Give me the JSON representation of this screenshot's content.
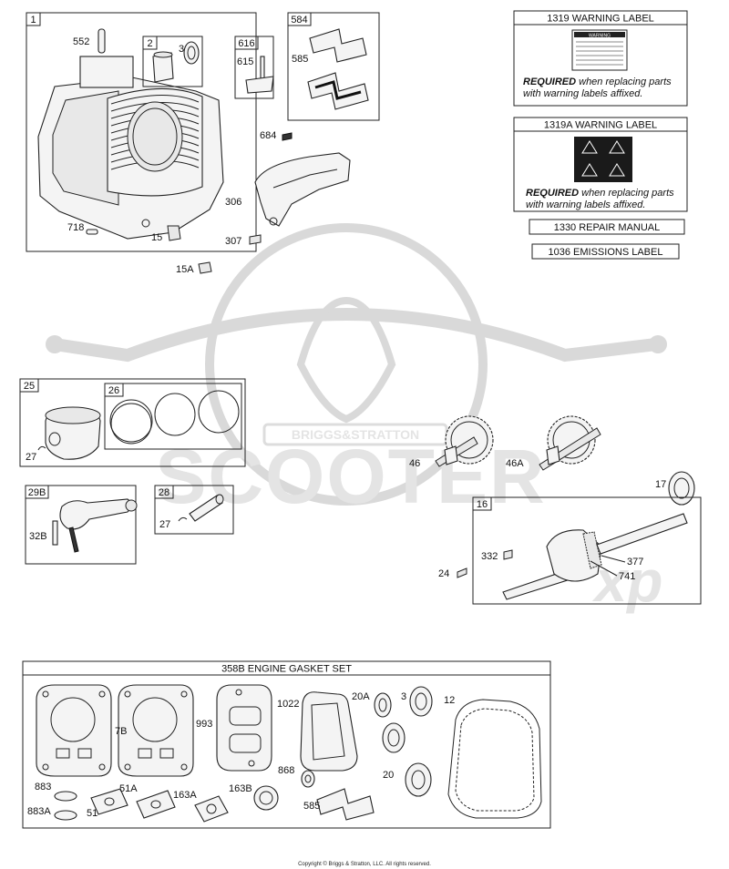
{
  "watermark": {
    "brand_text": "BRIGGS&STRATTON",
    "main_text": "SCOOTER",
    "suffix": "xp"
  },
  "boxes": {
    "b1": "1",
    "b2": "2",
    "b616": "616",
    "b584": "584",
    "b25": "25",
    "b26": "26",
    "b29b": "29B",
    "b28": "28",
    "b16": "16"
  },
  "callouts": {
    "c552": "552",
    "c3": "3",
    "c615": "615",
    "c585": "585",
    "c684": "684",
    "c306": "306",
    "c307": "307",
    "c718": "718",
    "c15": "15",
    "c15a": "15A",
    "c27a": "27",
    "c46": "46",
    "c46a": "46A",
    "c17": "17",
    "c32b": "32B",
    "c27b": "27",
    "c332": "332",
    "c377": "377",
    "c741": "741",
    "c24": "24"
  },
  "warning_labels": [
    {
      "title": "1319 WARNING LABEL",
      "required": "REQUIRED",
      "text1": " when replacing parts",
      "text2": "with warning labels affixed."
    },
    {
      "title": "1319A WARNING LABEL",
      "required": "REQUIRED",
      "text1": " when replacing parts",
      "text2": "with warning labels affixed."
    }
  ],
  "sticker_heading": "WARNING",
  "repair_manual": "1330 REPAIR MANUAL",
  "emissions_label": "1036 EMISSIONS LABEL",
  "gasket_set": {
    "title": "358B ENGINE GASKET SET",
    "callouts": {
      "g7b": "7B",
      "g993": "993",
      "g1022": "1022",
      "g20a": "20A",
      "g3": "3",
      "g12": "12",
      "g868": "868",
      "g20": "20",
      "g883": "883",
      "g883a": "883A",
      "g51": "51",
      "g51a": "51A",
      "g163a": "163A",
      "g163b": "163B",
      "g585": "585"
    }
  },
  "copyright": "Copyright © Briggs & Stratton, LLC. All rights reserved."
}
